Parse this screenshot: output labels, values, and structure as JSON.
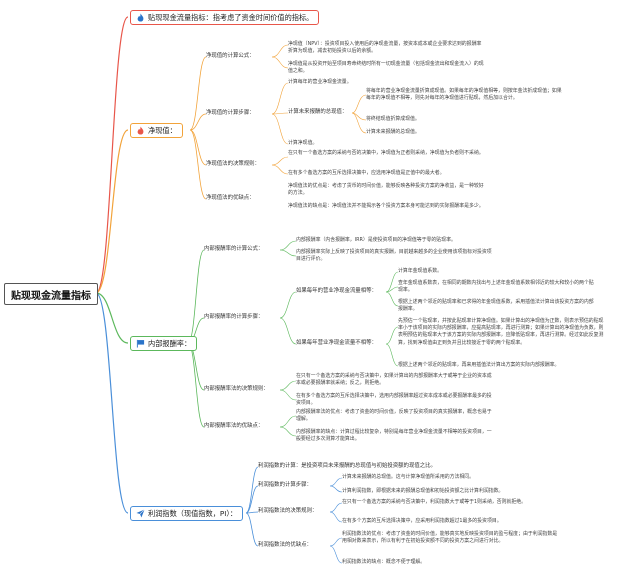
{
  "root": "贴现现金流量指标",
  "b1": "贴现现金流量指标：指考虑了资金时间价值的指标。",
  "b2": "净现值：",
  "b2_1": "净现值的计算公式：",
  "b2_1_a": "净现值（NPV）：投资项目投入使用后的净现金流量，按资本成本或企业要求达到的报酬率折算为现值，减去初始投资以后的余额。",
  "b2_1_b": "净现值是从投资开始至项目寿命终结时所有一切现金流量（包括现金流出和现金流入）的现值之和。",
  "b2_2": "净现值的计算步骤：",
  "b2_2_a": "计算每年的营业净现金流量。",
  "b2_2_b": "计算未来报酬的总现值：",
  "b2_2_b1": "将每年的营业净现金流量折算成现值。如果每年的净现值相等，则按年金法折成现值；如果每年的净现值不相等，则先对每年的净现值进行贴现，然后加以合计。",
  "b2_2_b2": "将终结现值折算成现值。",
  "b2_2_b3": "计算未来报酬的总现值。",
  "b2_2_c": "计算净现值。",
  "b2_3": "净现值法的决策规则：",
  "b2_3_a": "在只有一个备选方案的采纳与否的决策中，净现值为正者则采纳，净现值为负者则不采纳。",
  "b2_3_b": "在有多个备选方案的互斥选择决策中，应选用净现值是正值中的最大者。",
  "b2_4": "净现值法的优缺点：",
  "b2_4_a": "净现值法的优点是：考虑了货币的时间价值，能够反映各种投资方案的净收益，是一种较好的方法。",
  "b2_4_b": "净现值法的缺点是：净现值法并不能揭示各个投资方案本身可能达到的实际报酬率是多少。",
  "b3": "内部报酬率：",
  "b3_1": "内部报酬率的计算公式：",
  "b3_1_a": "内部报酬率（内含报酬率，IRR）是使投资项目的净现值等于零的贴现率。",
  "b3_1_b": "内部报酬率实际上反映了投资项目的真实报酬，目前越来越多的企业使用该项指标对投资项目进行评价。",
  "b3_2": "内部报酬率的计算步骤：",
  "b3_2_a": "如果每年的营业净现金流量相等：",
  "b3_2_a1": "计算年金现值系数。",
  "b3_2_a2": "查年金现值系数表，在相同的期数内找出与上述年金现值系数相邻近的较大和较小的两个贴现率。",
  "b3_2_a3": "根据上述两个邻近的贴现率和已求得的年金现值系数，采用插值法计算出该投资方案的内部报酬率。",
  "b3_2_b": "如果每年营业净现金流量不相等：",
  "b3_2_b1": "先预估一个贴现率，并按此贴现率计算净现值。如果计算出的净现值为正数，则表示预估的贴现率小于该项目的实际内部报酬率，应提高贴现率，再进行测算；如果计算出的净现值为负数，则表明预估的贴现率大于该方案的实际内部报酬率，应降低贴现率，再进行测算。经过如此反复测算，找到净现值由正到负并且比较接近于零的两个贴现率。",
  "b3_2_b2": "根据上述两个邻近的贴现率，再来用插值法计算出方案的实际内部报酬率。",
  "b3_3": "内部报酬率法的决策规则：",
  "b3_3_a": "在只有一个备选方案的采纳与否决策中，如果计算出的内部报酬率大于或等于企业的资本成本或必要报酬率就采纳；反之，则拒绝。",
  "b3_3_b": "在有多个备选方案的互斥选择决策中，选用内部报酬率超过资本成本或必要报酬率最多的投资项目。",
  "b3_4": "内部报酬率法的优缺点：",
  "b3_4_a": "内部报酬率法的优点：考虑了资金的时间价值，反映了投资项目的真实报酬率，概念也易于理解。",
  "b3_4_b": "内部报酬率的缺点：计算过程比较复杂，特别是每年营业净现金流量不相等的投资项目，一般要经过多次测算才能算出。",
  "b4": "利润指数（现值指数，PI）：",
  "b4_1": "利润指数的计算：是投资项目未来报酬的总现值与初始投资额的现值之比。",
  "b4_2": "利润指数的计算步骤：",
  "b4_2_a": "计算未来报酬的总现值。这与计算净现值所采用的方法相同。",
  "b4_2_b": "计算利润指数，即根据未来的报酬总现值和初始投资额之比计算利润指数。",
  "b4_3": "利润指数法的决策规则：",
  "b4_3_a": "在只有一个备选方案的采纳与否决策中，利润指数大于或等于1则采纳，否则就拒绝。",
  "b4_3_b": "在有多个方案的互斥选择决策中，应采用利润指数超过1最多的投资项目。",
  "b4_4": "利润指数法的优缺点：",
  "b4_4_a": "利润指数法的优点：考虑了资金的时间价值，能够真实地反映投资项目的盈亏程度；由于利润指数是用相对数来表示，所以有利于在初始投资额不同的投资方案之间进行对比。",
  "b4_4_b": "利润指数法的缺点：概念不便于理解。",
  "colors": {
    "red": "#e8564a",
    "orange": "#f2a33a",
    "green": "#5cb85c",
    "blue": "#4a8fd9"
  },
  "icons": {
    "b1": "fire-icon",
    "b2": "fire-icon",
    "b3": "flag-icon",
    "b4": "send-icon"
  }
}
